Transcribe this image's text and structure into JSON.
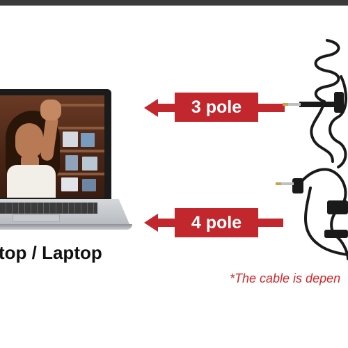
{
  "device_label": "top / Laptop",
  "poles": {
    "three": "3 pole",
    "four": "4 pole"
  },
  "note": "*The cable is depen",
  "colors": {
    "accent_red": "#c1272d",
    "note_red": "#d0252a",
    "cable": "#1a1a1a",
    "plug_gold": "#c9a24a"
  }
}
